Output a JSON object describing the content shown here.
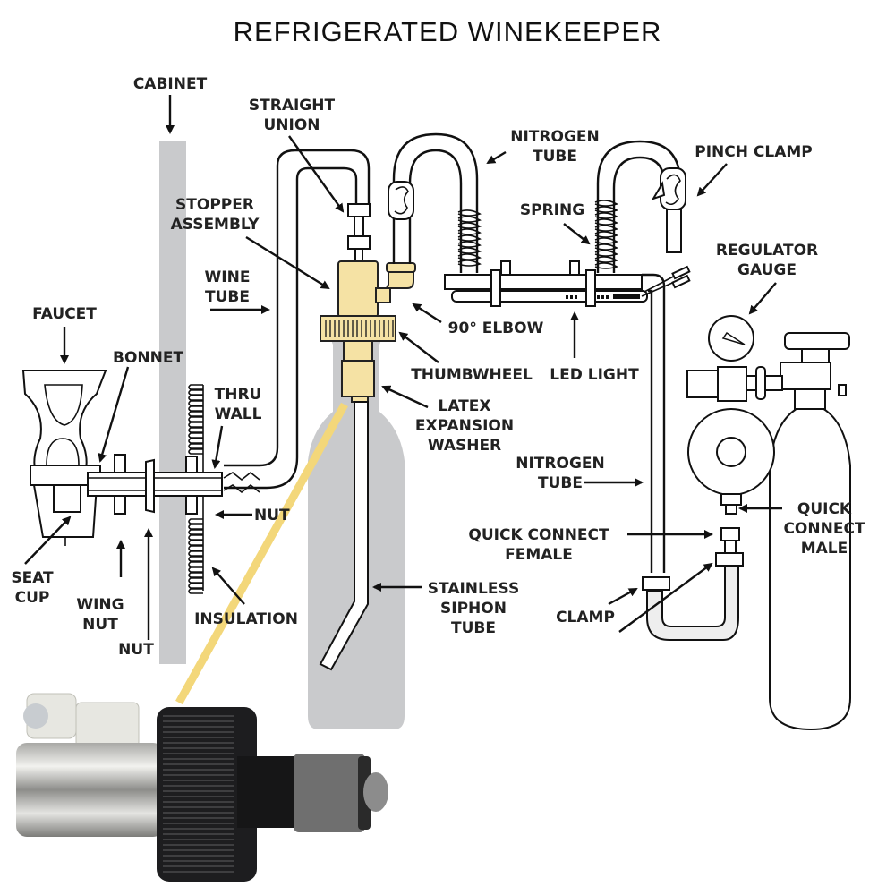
{
  "title": "REFRIGERATED WINEKEEPER",
  "colors": {
    "cabinet_wall": "#c9cacc",
    "bottle": "#c9cacc",
    "brass_parts": "#f5e2a4",
    "highlight_line": "#f3d77a",
    "line_art": "#111111"
  },
  "labels": {
    "cabinet": [
      "CABINET"
    ],
    "straight_union": [
      "STRAIGHT",
      "UNION"
    ],
    "stopper_assembly": [
      "STOPPER",
      "ASSEMBLY"
    ],
    "wine_tube": [
      "WINE",
      "TUBE"
    ],
    "faucet": [
      "FAUCET"
    ],
    "bonnet": [
      "BONNET"
    ],
    "thru_wall": [
      "THRU",
      "WALL"
    ],
    "nut_right": [
      "NUT"
    ],
    "seat_cup": [
      "SEAT",
      "CUP"
    ],
    "wing_nut": [
      "WING",
      "NUT"
    ],
    "nut_bottom": [
      "NUT"
    ],
    "insulation": [
      "INSULATION"
    ],
    "nitrogen_tube_top": [
      "NITROGEN",
      "TUBE"
    ],
    "pinch_clamp": [
      "PINCH CLAMP"
    ],
    "spring": [
      "SPRING"
    ],
    "regulator_gauge": [
      "REGULATOR",
      "GAUGE"
    ],
    "elbow_90": [
      "90° ELBOW"
    ],
    "led_light": [
      "LED LIGHT"
    ],
    "thumbwheel": [
      "THUMBWHEEL"
    ],
    "latex_expansion_washer": [
      "LATEX",
      "EXPANSION",
      "WASHER"
    ],
    "nitrogen_tube_mid": [
      "NITROGEN",
      "TUBE"
    ],
    "quick_connect_male": [
      "QUICK",
      "CONNECT",
      "MALE"
    ],
    "quick_connect_female": [
      "QUICK CONNECT",
      "FEMALE"
    ],
    "stainless_siphon_tube": [
      "STAINLESS",
      "SIPHON",
      "TUBE"
    ],
    "clamp": [
      "CLAMP"
    ]
  },
  "photo": {
    "subject": "stopper-assembly-photo"
  }
}
